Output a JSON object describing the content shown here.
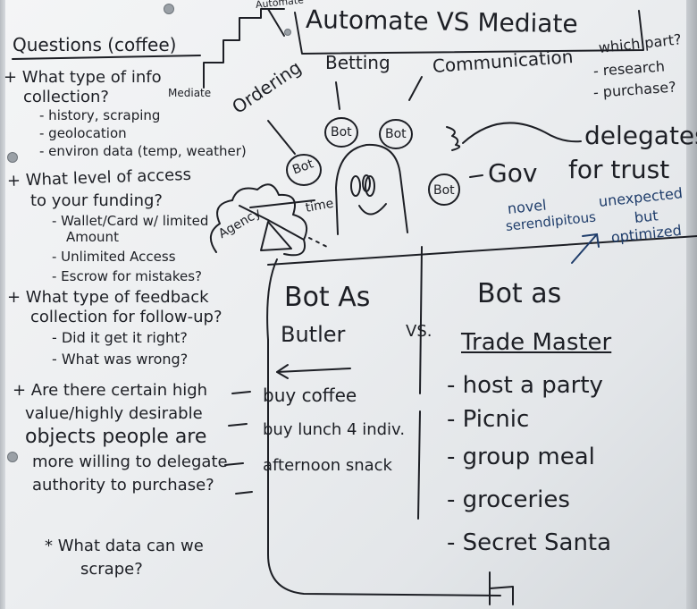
{
  "board": {
    "title": "Automate VS Mediate",
    "step_label_top": "Automate",
    "step_label_left": "Mediate",
    "which_part": "which part?",
    "research": "- research",
    "purchase": "- purchase?",
    "betting": "Betting",
    "communication": "Communication",
    "ordering": "Ordering",
    "bot": "Bot",
    "gov": "Gov",
    "delegates": "delegates",
    "for_trust": "for trust",
    "novel": "novel",
    "serendipitous": "serendipitous",
    "unexpected": "unexpected",
    "but": "but",
    "optimized": "optimized",
    "agency": "Agency",
    "time": "time",
    "questions": {
      "heading": "Questions (coffee)",
      "items": [
        "+ What type of info",
        "collection?",
        "- history, scraping",
        "- geolocation",
        "- environ data (temp, weather)",
        "+ What level of access",
        "to your funding?",
        "- Wallet/Card w/ limited",
        "Amount",
        "- Unlimited Access",
        "- Escrow for mistakes?",
        "+ What type of feedback",
        "collection for follow-up?",
        "- Did it get it right?",
        "- What was wrong?",
        "+ Are there certain high",
        "value/highly desirable",
        "objects people are",
        "more willing to delegate",
        "authority to purchase?",
        "* What data can we",
        "scrape?"
      ]
    },
    "butler": {
      "heading": "Bot As",
      "subheading": "Butler",
      "items": [
        "buy coffee",
        "buy lunch 4 indiv.",
        "afternoon snack"
      ]
    },
    "vs": "VS.",
    "trade": {
      "heading": "Bot as",
      "subheading": "Trade Master",
      "items": [
        "- host a party",
        "- Picnic",
        "- group meal",
        "- groceries",
        "- Secret Santa"
      ]
    }
  },
  "colors": {
    "ink_black": "#1d1f25",
    "ink_blue": "#1f3d6b",
    "board": "#eef0f2"
  }
}
